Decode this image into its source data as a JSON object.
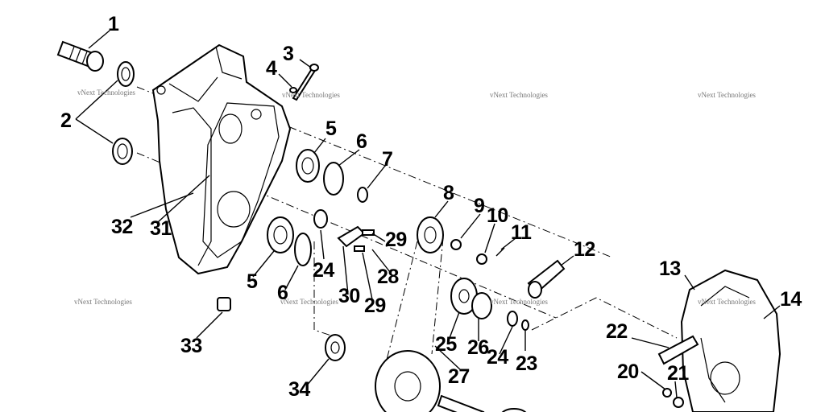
{
  "watermark_text": "vNext Technologies",
  "callouts": [
    {
      "id": "c1",
      "text": "1"
    },
    {
      "id": "c2",
      "text": "2"
    },
    {
      "id": "c3",
      "text": "3"
    },
    {
      "id": "c4",
      "text": "4"
    },
    {
      "id": "c5a",
      "text": "5"
    },
    {
      "id": "c5b",
      "text": "5"
    },
    {
      "id": "c6a",
      "text": "6"
    },
    {
      "id": "c6b",
      "text": "6"
    },
    {
      "id": "c7",
      "text": "7"
    },
    {
      "id": "c8",
      "text": "8"
    },
    {
      "id": "c9",
      "text": "9"
    },
    {
      "id": "c10",
      "text": "10"
    },
    {
      "id": "c11",
      "text": "11"
    },
    {
      "id": "c12",
      "text": "12"
    },
    {
      "id": "c13",
      "text": "13"
    },
    {
      "id": "c14",
      "text": "14"
    },
    {
      "id": "c20",
      "text": "20"
    },
    {
      "id": "c21",
      "text": "21"
    },
    {
      "id": "c22",
      "text": "22"
    },
    {
      "id": "c23",
      "text": "23"
    },
    {
      "id": "c24a",
      "text": "24"
    },
    {
      "id": "c24b",
      "text": "24"
    },
    {
      "id": "c25",
      "text": "25"
    },
    {
      "id": "c26",
      "text": "26"
    },
    {
      "id": "c27",
      "text": "27"
    },
    {
      "id": "c28",
      "text": "28"
    },
    {
      "id": "c29a",
      "text": "29"
    },
    {
      "id": "c29b",
      "text": "29"
    },
    {
      "id": "c30",
      "text": "30"
    },
    {
      "id": "c31",
      "text": "31"
    },
    {
      "id": "c32",
      "text": "32"
    },
    {
      "id": "c33",
      "text": "33"
    },
    {
      "id": "c34",
      "text": "34"
    }
  ]
}
